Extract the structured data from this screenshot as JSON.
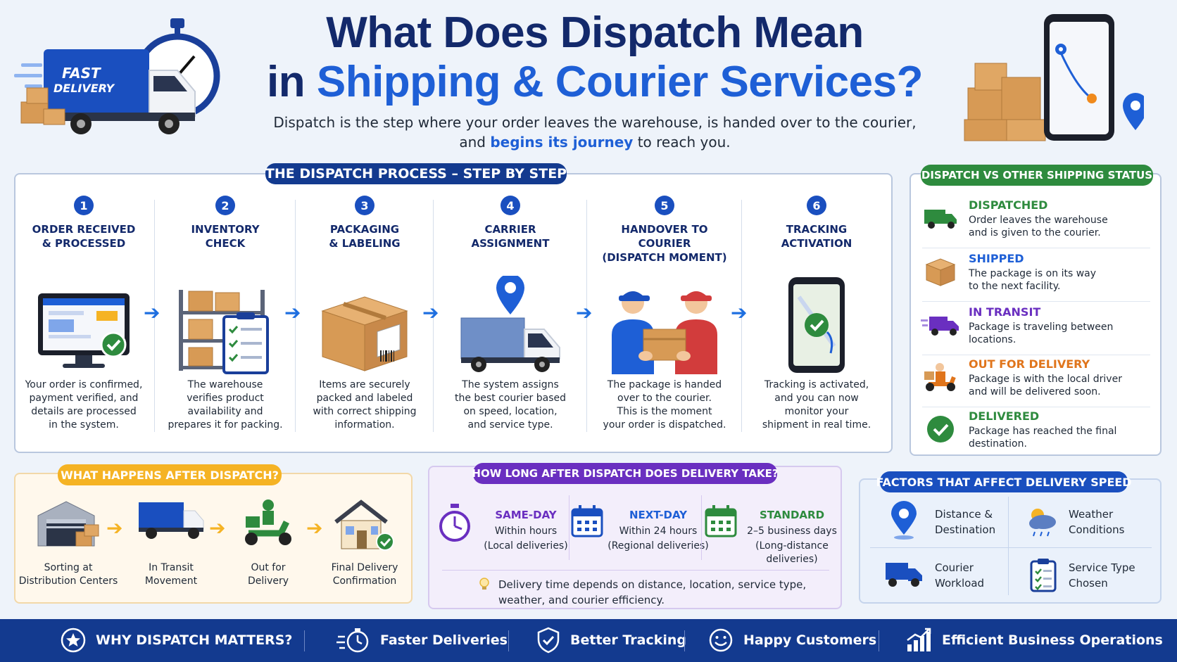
{
  "header": {
    "title_line1": "What Does Dispatch Mean",
    "title_line2_prefix": "in ",
    "title_line2_highlight": "Shipping & Courier Services?",
    "subtitle_line1": "Dispatch is the step where your order leaves the warehouse, is handed over to the courier,",
    "subtitle_line2_prefix": "and ",
    "subtitle_line2_highlight": "begins its journey",
    "subtitle_line2_suffix": " to reach you.",
    "truck_text_1": "FAST",
    "truck_text_2": "DELIVERY"
  },
  "process": {
    "heading": "THE DISPATCH PROCESS – STEP BY STEP",
    "steps": [
      {
        "num": "1",
        "title1": "ORDER RECEIVED",
        "title2": "& PROCESSED",
        "title3": "",
        "desc": [
          "Your order is confirmed,",
          "payment verified, and",
          "details are processed",
          "in the system."
        ]
      },
      {
        "num": "2",
        "title1": "INVENTORY",
        "title2": "CHECK",
        "title3": "",
        "desc": [
          "The warehouse",
          "verifies product",
          "availability and",
          "prepares it for packing."
        ]
      },
      {
        "num": "3",
        "title1": "PACKAGING",
        "title2": "& LABELING",
        "title3": "",
        "desc": [
          "Items are securely",
          "packed and labeled",
          "with correct shipping",
          "information."
        ]
      },
      {
        "num": "4",
        "title1": "CARRIER",
        "title2": "ASSIGNMENT",
        "title3": "",
        "desc": [
          "The system assigns",
          "the best courier based",
          "on speed, location,",
          "and service type."
        ]
      },
      {
        "num": "5",
        "title1": "HANDOVER TO",
        "title2": "COURIER",
        "title3": "(DISPATCH MOMENT)",
        "desc": [
          "The package is handed",
          "over to the courier.",
          "This is the moment",
          "your order is dispatched."
        ]
      },
      {
        "num": "6",
        "title1": "TRACKING",
        "title2": "ACTIVATION",
        "title3": "",
        "desc": [
          "Tracking is activated,",
          "and you can now",
          "monitor your",
          "shipment in real time."
        ]
      }
    ]
  },
  "status": {
    "heading": "DISPATCH VS OTHER SHIPPING STATUS",
    "items": [
      {
        "title": "DISPATCHED",
        "color": "#2e8b3e",
        "icon": "green-truck-icon",
        "desc1": "Order leaves the warehouse",
        "desc2": "and is given to the courier."
      },
      {
        "title": "SHIPPED",
        "color": "#1e5fd6",
        "icon": "box-icon",
        "desc1": "The package is on its way",
        "desc2": "to the next facility."
      },
      {
        "title": "IN TRANSIT",
        "color": "#6a2fc0",
        "icon": "purple-truck-icon",
        "desc1": "Package is traveling between",
        "desc2": "locations."
      },
      {
        "title": "OUT FOR DELIVERY",
        "color": "#e0751c",
        "icon": "scooter-icon",
        "desc1": "Package is with the local driver",
        "desc2": "and will be delivered soon."
      },
      {
        "title": "DELIVERED",
        "color": "#2e8b3e",
        "icon": "check-icon",
        "desc1": "Package has reached the final",
        "desc2": "destination."
      }
    ]
  },
  "after": {
    "heading": "WHAT HAPPENS AFTER DISPATCH?",
    "items": [
      {
        "label1": "Sorting at",
        "label2": "Distribution Centers"
      },
      {
        "label1": "In Transit",
        "label2": "Movement"
      },
      {
        "label1": "Out for",
        "label2": "Delivery"
      },
      {
        "label1": "Final Delivery",
        "label2": "Confirmation"
      }
    ]
  },
  "howlong": {
    "heading": "HOW LONG AFTER DISPATCH DOES DELIVERY TAKE?",
    "options": [
      {
        "title": "SAME-DAY",
        "color": "#6a2fc0",
        "line1": "Within hours",
        "line2": "(Local deliveries)"
      },
      {
        "title": "NEXT-DAY",
        "color": "#1e5fd6",
        "line1": "Within 24 hours",
        "line2": "(Regional deliveries)"
      },
      {
        "title": "STANDARD",
        "color": "#2e8b3e",
        "line1": "2–5 business days",
        "line2": "(Long-distance deliveries)"
      }
    ],
    "note1": "Delivery time depends on distance, location, service type,",
    "note2": "weather, and courier efficiency."
  },
  "factors": {
    "heading": "FACTORS THAT AFFECT DELIVERY SPEED",
    "items": [
      {
        "line1": "Distance &",
        "line2": "Destination"
      },
      {
        "line1": "Weather",
        "line2": "Conditions"
      },
      {
        "line1": "Courier",
        "line2": "Workload"
      },
      {
        "line1": "Service Type",
        "line2": "Chosen"
      }
    ]
  },
  "bottom": {
    "items": [
      {
        "label": "WHY DISPATCH MATTERS?"
      },
      {
        "label": "Faster Deliveries"
      },
      {
        "label": "Better Tracking"
      },
      {
        "label": "Happy Customers"
      },
      {
        "label": "Efficient Business Operations"
      }
    ]
  }
}
